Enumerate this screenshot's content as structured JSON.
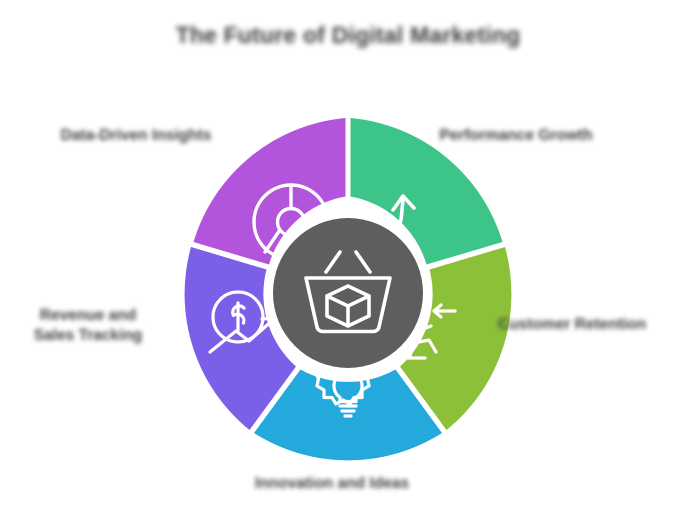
{
  "title": "The Future of Digital Marketing",
  "diagram": {
    "type": "five-petal-wheel",
    "center": {
      "icon": "shopping-basket-box-icon",
      "color": "#5e5e5e"
    },
    "segments": [
      {
        "id": "analytics",
        "label": "Data-Driven Insights",
        "color": "#b354dd",
        "icon": "pie-chart-icon",
        "position": "top-left"
      },
      {
        "id": "growth",
        "label": "Performance Growth",
        "color": "#3cc489",
        "icon": "growth-arrow-icon",
        "position": "top-right"
      },
      {
        "id": "retention",
        "label": "Customer Retention",
        "color": "#8cc038",
        "icon": "exit-person-icon",
        "position": "right"
      },
      {
        "id": "innovation",
        "label": "Innovation and Ideas",
        "color": "#23a9dc",
        "icon": "lightbulb-gear-icon",
        "position": "bottom"
      },
      {
        "id": "revenue",
        "label": "Revenue and Sales Tracking",
        "color": "#7b5fe8",
        "icon": "dollar-trend-icon",
        "position": "left"
      }
    ]
  }
}
